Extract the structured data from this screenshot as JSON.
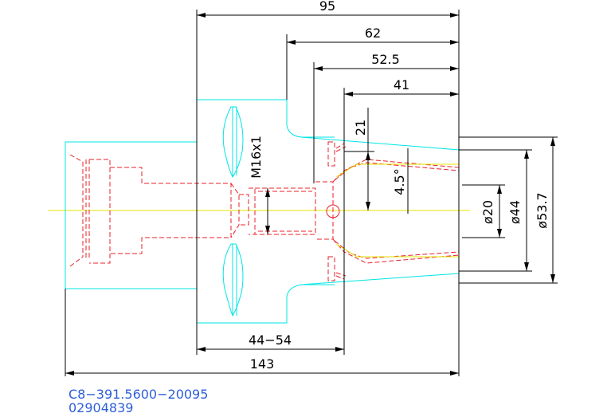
{
  "drawing": {
    "dimensions": {
      "overall_95": "95",
      "length_62": "62",
      "length_52_5": "52.5",
      "length_41": "41",
      "depth_21": "21",
      "angle_4_5": "4.5°",
      "thread": "M16x1",
      "dia_20": "ø20",
      "dia_44": "ø44",
      "dia_53_7": "ø53.7",
      "range_44_54": "44−54",
      "total_143": "143"
    },
    "part_number": "C8−391.5600−20095",
    "order_code": "02904839"
  },
  "colors": {
    "background": "#ffffff",
    "dimension": "#000000",
    "outline": "#00e5e5",
    "hidden": "#e8202a",
    "centerline": "#e6e600",
    "label": "#2e5fd8"
  }
}
